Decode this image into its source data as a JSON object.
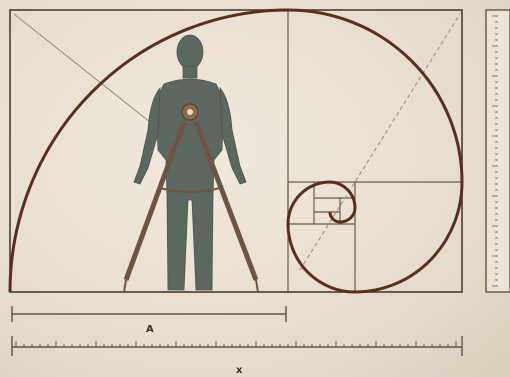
{
  "diagram": {
    "labels": {
      "segment_a": "A",
      "segment_x": "x"
    },
    "colors": {
      "ink": "#4a3c30",
      "spiral": "#5a2f22",
      "figure": "#5c6760",
      "compass": "#6e5444",
      "paper": "#efe7dc"
    },
    "elements": [
      "golden-rectangle-frame",
      "golden-spiral",
      "human-figure",
      "drawing-compass",
      "ruler-x",
      "dimension-a"
    ]
  }
}
